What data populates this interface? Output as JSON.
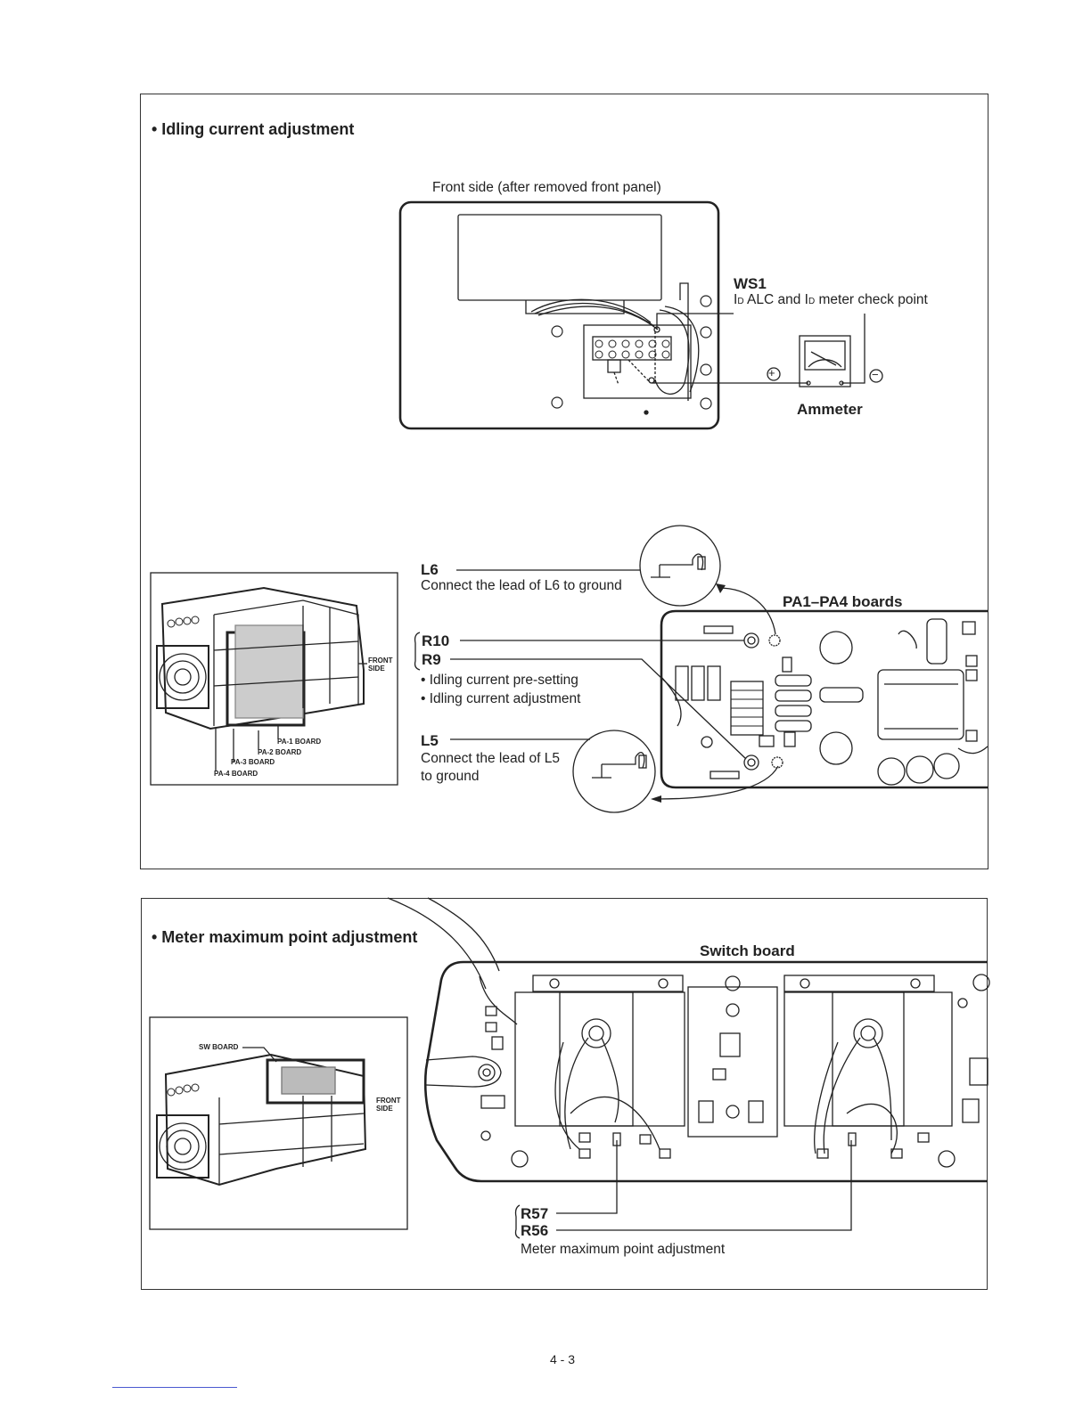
{
  "section1": {
    "heading": "• Idling current adjustment",
    "front_caption": "Front side (after removed front panel)",
    "ws1": {
      "label": "WS1",
      "desc_pre1": "I",
      "sub1": "D",
      "desc_mid": " ALC and I",
      "sub2": "D",
      "desc_post": " meter check point"
    },
    "ammeter": "Ammeter",
    "plus": "+",
    "minus": "−",
    "pa_boards_label": "PA1–PA4 boards",
    "l6": {
      "label": "L6",
      "desc": "Connect the lead of L6 to ground"
    },
    "r10": "R10",
    "r9": "R9",
    "r_desc1": "• Idling current pre-setting",
    "r_desc2": "• Idling current adjustment",
    "l5": {
      "label": "L5",
      "desc1": "Connect the lead of L5",
      "desc2": "to ground"
    },
    "inset": {
      "front_side1": "FRONT",
      "front_side2": "SIDE",
      "pa1": "PA-1 BOARD",
      "pa2": "PA-2 BOARD",
      "pa3": "PA-3 BOARD",
      "pa4": "PA-4 BOARD"
    }
  },
  "section2": {
    "heading": "• Meter maximum point adjustment",
    "switch_board": "Switch board",
    "r57": "R57",
    "r56": "R56",
    "desc": "Meter maximum point adjustment",
    "inset": {
      "sw_board": "SW BOARD",
      "front_side1": "FRONT",
      "front_side2": "SIDE"
    }
  },
  "footer": {
    "page_number": "4 - 3"
  }
}
